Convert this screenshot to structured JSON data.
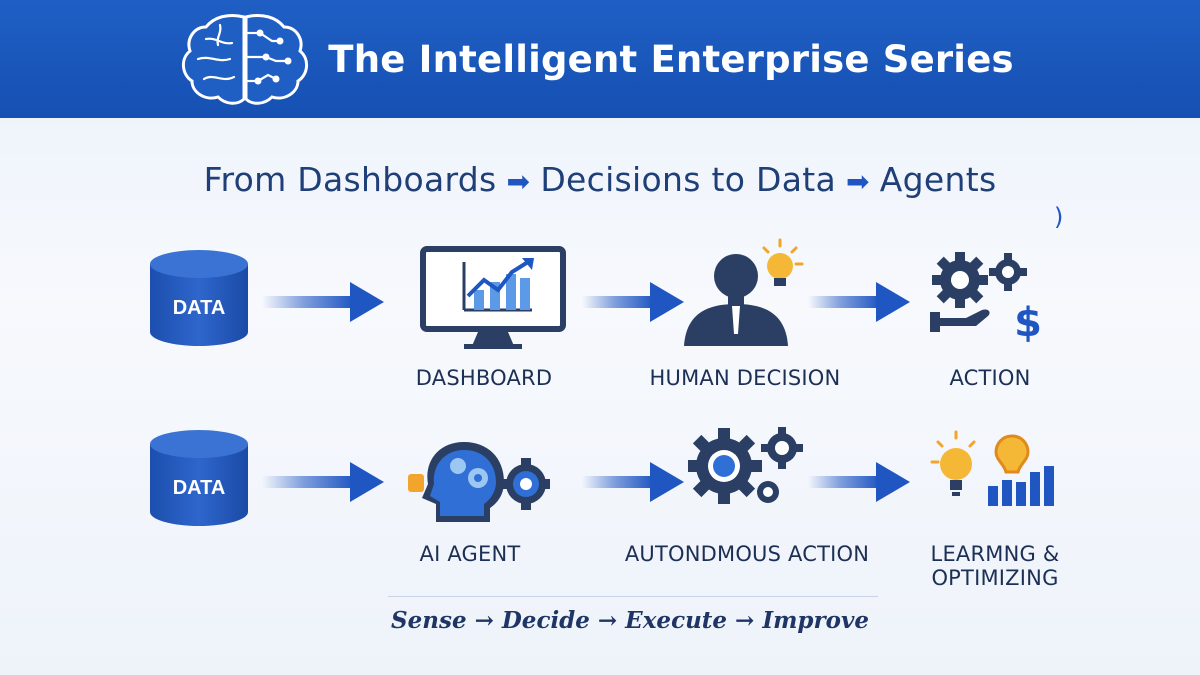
{
  "header": {
    "title": "The Intelligent Enterprise Series",
    "logo_icon": "brain-circuit-icon"
  },
  "subtitle": {
    "part1": "From Dashboards",
    "arrow": "➡",
    "part2": "Decisions to Data",
    "part3": "Agents",
    "stray": ")"
  },
  "rows": [
    {
      "name": "traditional",
      "steps": [
        {
          "label": "DATA",
          "icon": "database-icon"
        },
        {
          "label": "DASHBOARD",
          "icon": "monitor-chart-icon"
        },
        {
          "label": "HUMAN DECISION",
          "icon": "person-lightbulb-icon"
        },
        {
          "label": "ACTION",
          "icon": "gears-hand-dollar-icon"
        }
      ]
    },
    {
      "name": "agentic",
      "steps": [
        {
          "label": "DATA",
          "icon": "database-icon"
        },
        {
          "label": "AI AGENT",
          "icon": "ai-head-gear-icon"
        },
        {
          "label": "AUTONDMOUS ACTION",
          "icon": "gears-icon"
        },
        {
          "label_line1": "LEARMNG &",
          "label_line2": "OPTIMIZING",
          "icon": "lightbulb-bar-chart-icon"
        }
      ]
    }
  ],
  "footer": {
    "tagline": "Sense → Decide → Execute → Improve"
  },
  "colors": {
    "banner": "#1650b3",
    "primary": "#1f56c2",
    "dark_navy": "#1c2f55",
    "icon_navy": "#2a3f63",
    "accent_orange": "#f2a52a"
  }
}
